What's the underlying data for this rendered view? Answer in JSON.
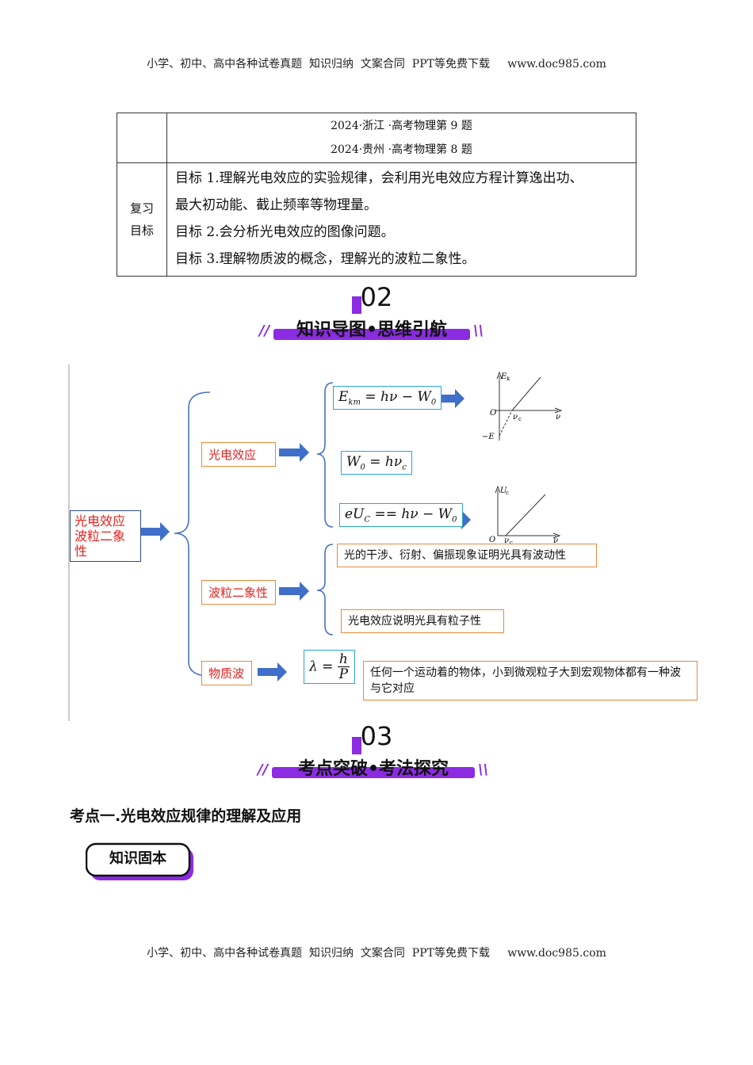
{
  "header": {
    "text": "小学、初中、高中各种试卷真题  知识归纳  文案合同  PPT等免费下载     www.doc985.com"
  },
  "footer": {
    "text": "小学、初中、高中各种试卷真题  知识归纳  文案合同  PPT等免费下载     www.doc985.com"
  },
  "table": {
    "sources": [
      "2024·浙江  ·高考物理第 9 题",
      "2024·贵州  ·高考物理第 8 题"
    ],
    "review_label_1": "复习",
    "review_label_2": "目标",
    "goals": [
      "目标 1.理解光电效应的实验规律，会利用光电效应方程计算逸出功、",
      "最大初动能、截止频率等物理量。",
      "目标 2.会分析光电效应的图像问题。",
      "目标 3.理解物质波的概念，理解光的波粒二象性。"
    ]
  },
  "section2": {
    "number": "02",
    "title": "知识导图•思维引航"
  },
  "section3": {
    "number": "03",
    "title": "考点突破•考法探究"
  },
  "mindmap": {
    "root_line1": "光电效应",
    "root_line2": "波粒二象性",
    "branches": [
      "光电效应",
      "波粒二象性",
      "物质波"
    ],
    "graph1": {
      "ylabel": "E",
      "ysub": "k",
      "origin": "O",
      "xlabel": "ν",
      "cut": "ν",
      "cutsub": "c",
      "neg": "−E"
    },
    "graph2": {
      "ylabel": "U",
      "ysub": "c",
      "origin": "O",
      "xlabel": "ν",
      "cut": "ν",
      "cutsub": "c"
    },
    "wave1": "光的干涉、衍射、偏振现象证明光具有波动性",
    "wave2": "光电效应说明光具有粒子性",
    "matter_note": "任何一个运动着的物体，小到微观粒子大到宏观物体都有一种波与它对应"
  },
  "topic1": "考点一.光电效应规律的理解及应用",
  "tag": "知识固本",
  "colors": {
    "accent": "#8b2be2",
    "node_border": "#e98a3c",
    "node_text": "#e6201e",
    "arrow": "#3f6fc8",
    "formula_border": "#2aa7c9"
  }
}
